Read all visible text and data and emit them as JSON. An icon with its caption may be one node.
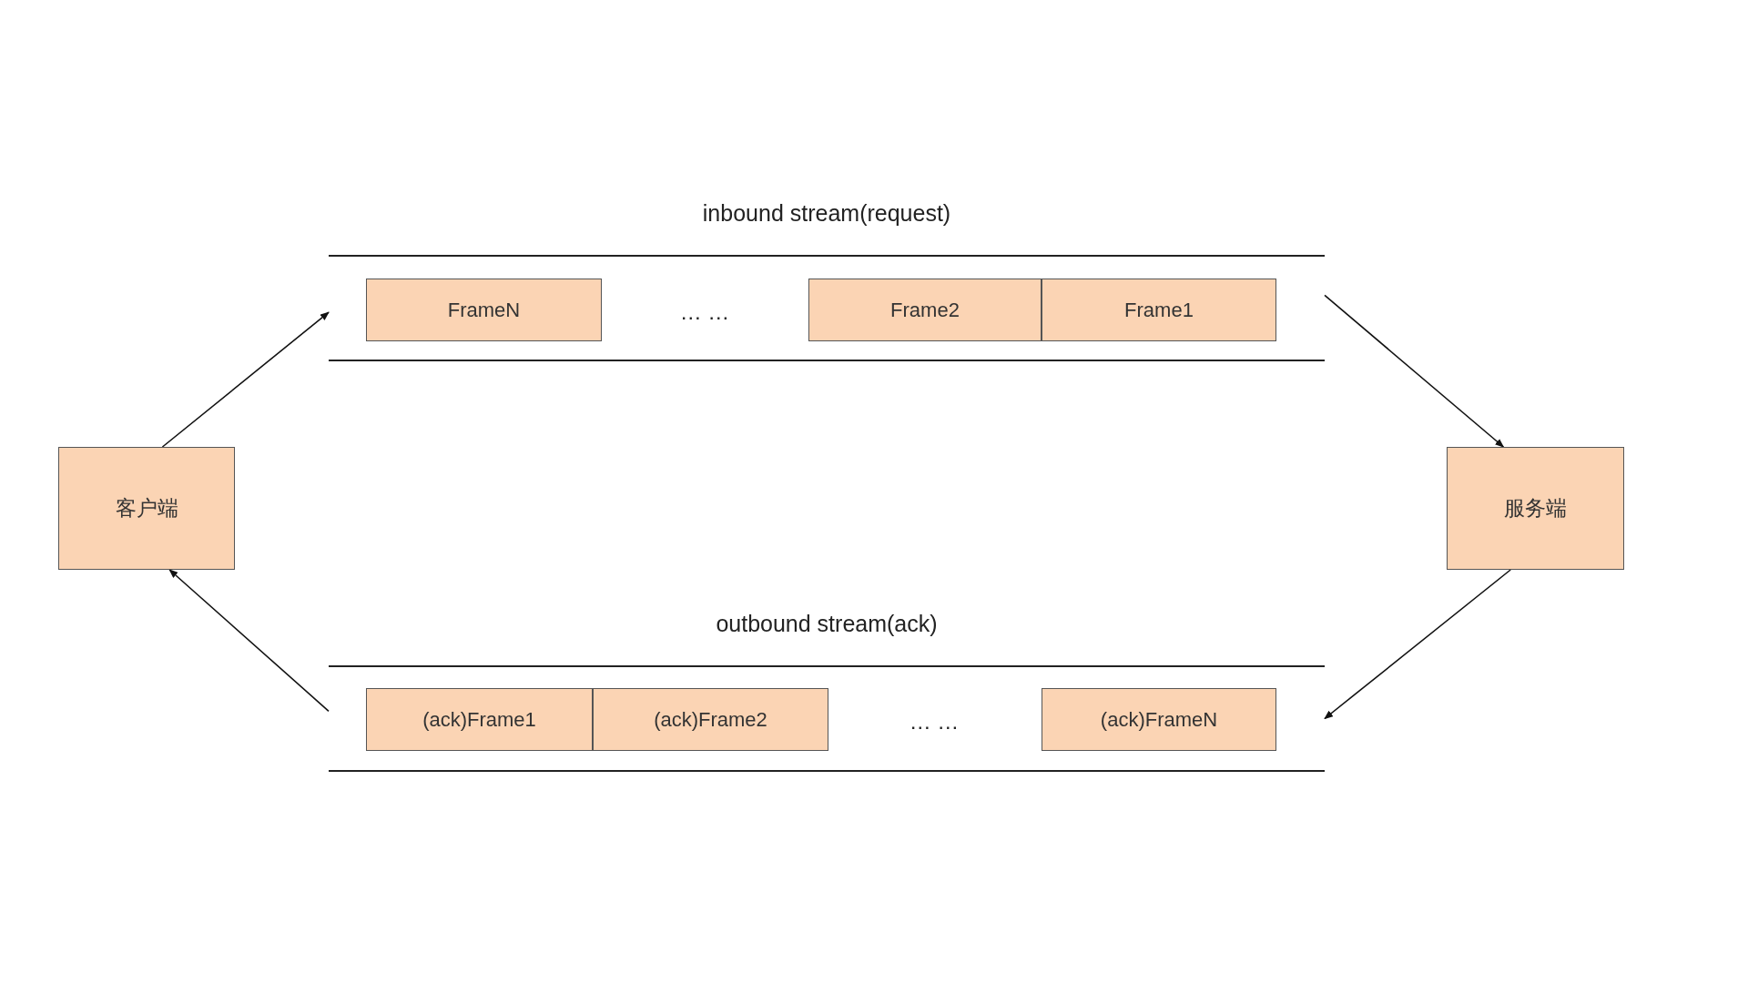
{
  "diagram": {
    "nodes": [
      {
        "text": [
          "客户端"
        ]
      },
      {
        "text": [
          "inbound stream(request)"
        ]
      },
      {
        "text": [
          "FrameN"
        ],
        "in": 1
      },
      {
        "text": [
          "Frame2"
        ],
        "in": 1
      },
      {
        "text": [
          "Frame1"
        ],
        "in": 1
      },
      {
        "text": [
          "服务端"
        ]
      },
      {
        "text": [
          "outbound stream(ack)"
        ]
      },
      {
        "text": [
          "(ack)Frame1"
        ],
        "in": 6
      },
      {
        "text": [
          "(ack)Frame2"
        ],
        "in": 6
      },
      {
        "text": [
          "(ack)FrameN"
        ],
        "in": 6
      }
    ],
    "edges": [
      {
        "from": 0,
        "to": 1,
        "arrow": "to"
      },
      {
        "from": 1,
        "to": 5,
        "arrow": "to"
      },
      {
        "from": 5,
        "to": 6,
        "arrow": "to"
      },
      {
        "from": 6,
        "to": 0,
        "arrow": "to"
      }
    ],
    "labels": [
      "… …",
      "… …"
    ]
  }
}
